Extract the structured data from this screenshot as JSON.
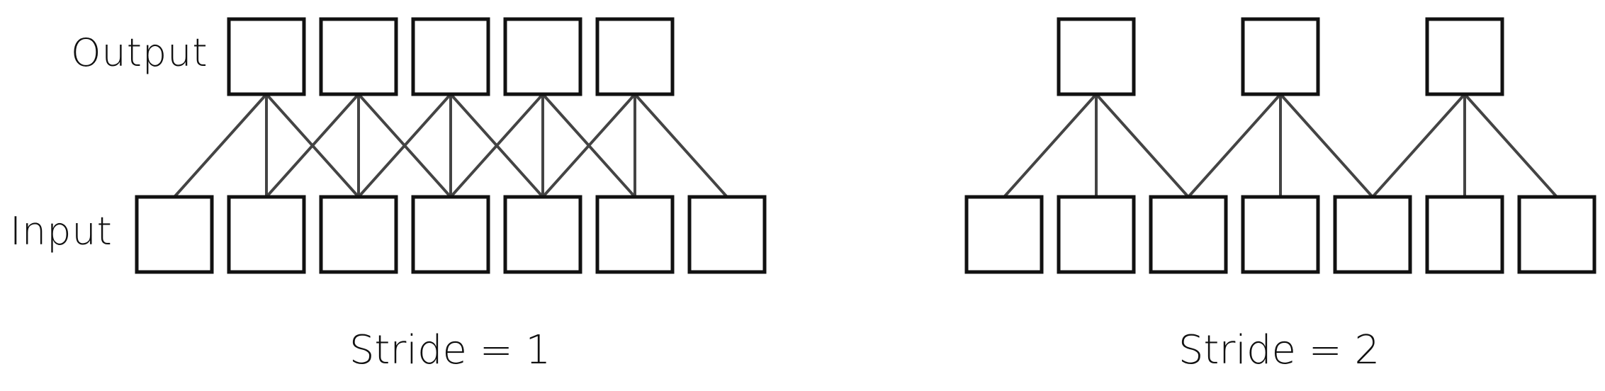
{
  "labels": {
    "output": "Output",
    "input": "Input"
  },
  "panels": [
    {
      "caption": "Stride = 1",
      "stride": 1,
      "input_count": 7,
      "output_count": 5,
      "kernel_size": 3
    },
    {
      "caption": "Stride = 2",
      "stride": 2,
      "input_count": 7,
      "output_count": 3,
      "kernel_size": 3
    }
  ],
  "colors": {
    "box_stroke": "#111111",
    "edge_stroke": "#444444",
    "text": "#111111",
    "background": "#ffffff"
  }
}
